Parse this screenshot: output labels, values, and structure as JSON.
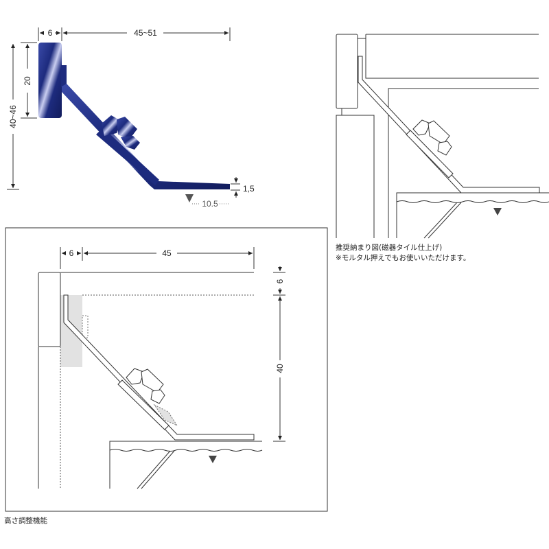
{
  "product_view": {
    "dim_plate_width": "6",
    "dim_depth_range": "45~51",
    "dim_plate_height": "20",
    "dim_total_height_range": "40~46",
    "dim_thickness": "1,5",
    "dim_level_offset": "10.5",
    "color": "#1d2b7e"
  },
  "recommended_view": {
    "caption_line1": "推奨納まり図(磁器タイル仕上げ)",
    "caption_line2": "※モルタル押えでもお使いいただけます。"
  },
  "height_adjust_view": {
    "dim_plate_width": "6",
    "dim_depth": "45",
    "dim_top_offset": "6",
    "dim_height": "40",
    "caption": "高さ調整機能"
  }
}
